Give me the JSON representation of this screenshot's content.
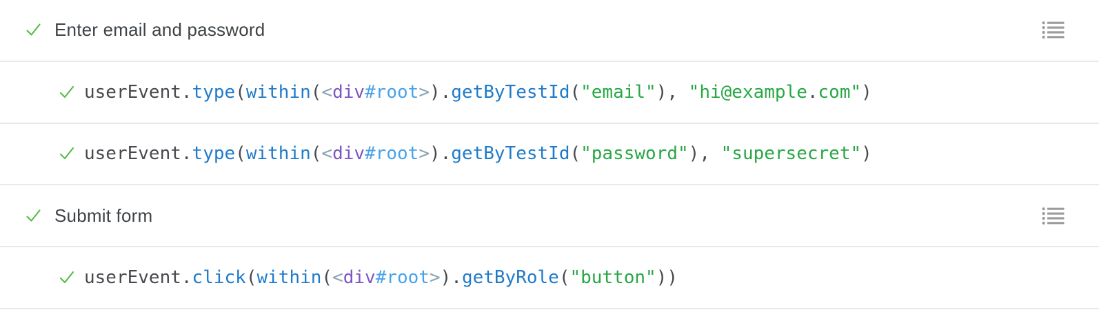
{
  "colors": {
    "background": "#ffffff",
    "divider": "#e9e9e9",
    "step_text": "#3e4347",
    "code_plain": "#47494d",
    "code_function": "#1f7bc9",
    "code_bracket": "#8aa4b4",
    "code_tag": "#7d55c4",
    "code_id": "#47a3e9",
    "code_string": "#28a745",
    "check": "#55ba47",
    "icon": "#9b9b9b"
  },
  "icons": {
    "check": "check-icon",
    "list": "steps-list-icon"
  },
  "rows": [
    {
      "type": "step",
      "status": "passed",
      "label": "Enter email and password",
      "has_list_icon": true
    },
    {
      "type": "command",
      "status": "passed",
      "segments": [
        {
          "text": "userEvent.",
          "style": "plain"
        },
        {
          "text": "type",
          "style": "function"
        },
        {
          "text": "(",
          "style": "plain"
        },
        {
          "text": "within",
          "style": "function"
        },
        {
          "text": "(",
          "style": "plain"
        },
        {
          "text": "<",
          "style": "bracket"
        },
        {
          "text": "div",
          "style": "tag"
        },
        {
          "text": "#root",
          "style": "id"
        },
        {
          "text": ">",
          "style": "bracket"
        },
        {
          "text": ").",
          "style": "plain"
        },
        {
          "text": "getByTestId",
          "style": "function"
        },
        {
          "text": "(",
          "style": "plain"
        },
        {
          "text": "\"email\"",
          "style": "string"
        },
        {
          "text": "), ",
          "style": "plain"
        },
        {
          "text": "\"hi@example",
          "style": "string"
        },
        {
          "text": ".",
          "style": "plain"
        },
        {
          "text": "com\"",
          "style": "string"
        },
        {
          "text": ")",
          "style": "plain"
        }
      ]
    },
    {
      "type": "command",
      "status": "passed",
      "segments": [
        {
          "text": "userEvent.",
          "style": "plain"
        },
        {
          "text": "type",
          "style": "function"
        },
        {
          "text": "(",
          "style": "plain"
        },
        {
          "text": "within",
          "style": "function"
        },
        {
          "text": "(",
          "style": "plain"
        },
        {
          "text": "<",
          "style": "bracket"
        },
        {
          "text": "div",
          "style": "tag"
        },
        {
          "text": "#root",
          "style": "id"
        },
        {
          "text": ">",
          "style": "bracket"
        },
        {
          "text": ").",
          "style": "plain"
        },
        {
          "text": "getByTestId",
          "style": "function"
        },
        {
          "text": "(",
          "style": "plain"
        },
        {
          "text": "\"password\"",
          "style": "string"
        },
        {
          "text": "), ",
          "style": "plain"
        },
        {
          "text": "\"supersecret\"",
          "style": "string"
        },
        {
          "text": ")",
          "style": "plain"
        }
      ]
    },
    {
      "type": "step",
      "status": "passed",
      "label": "Submit form",
      "has_list_icon": true
    },
    {
      "type": "command",
      "status": "passed",
      "segments": [
        {
          "text": "userEvent.",
          "style": "plain"
        },
        {
          "text": "click",
          "style": "function"
        },
        {
          "text": "(",
          "style": "plain"
        },
        {
          "text": "within",
          "style": "function"
        },
        {
          "text": "(",
          "style": "plain"
        },
        {
          "text": "<",
          "style": "bracket"
        },
        {
          "text": "div",
          "style": "tag"
        },
        {
          "text": "#root",
          "style": "id"
        },
        {
          "text": ">",
          "style": "bracket"
        },
        {
          "text": ").",
          "style": "plain"
        },
        {
          "text": "getByRole",
          "style": "function"
        },
        {
          "text": "(",
          "style": "plain"
        },
        {
          "text": "\"button\"",
          "style": "string"
        },
        {
          "text": "))",
          "style": "plain"
        }
      ]
    }
  ]
}
